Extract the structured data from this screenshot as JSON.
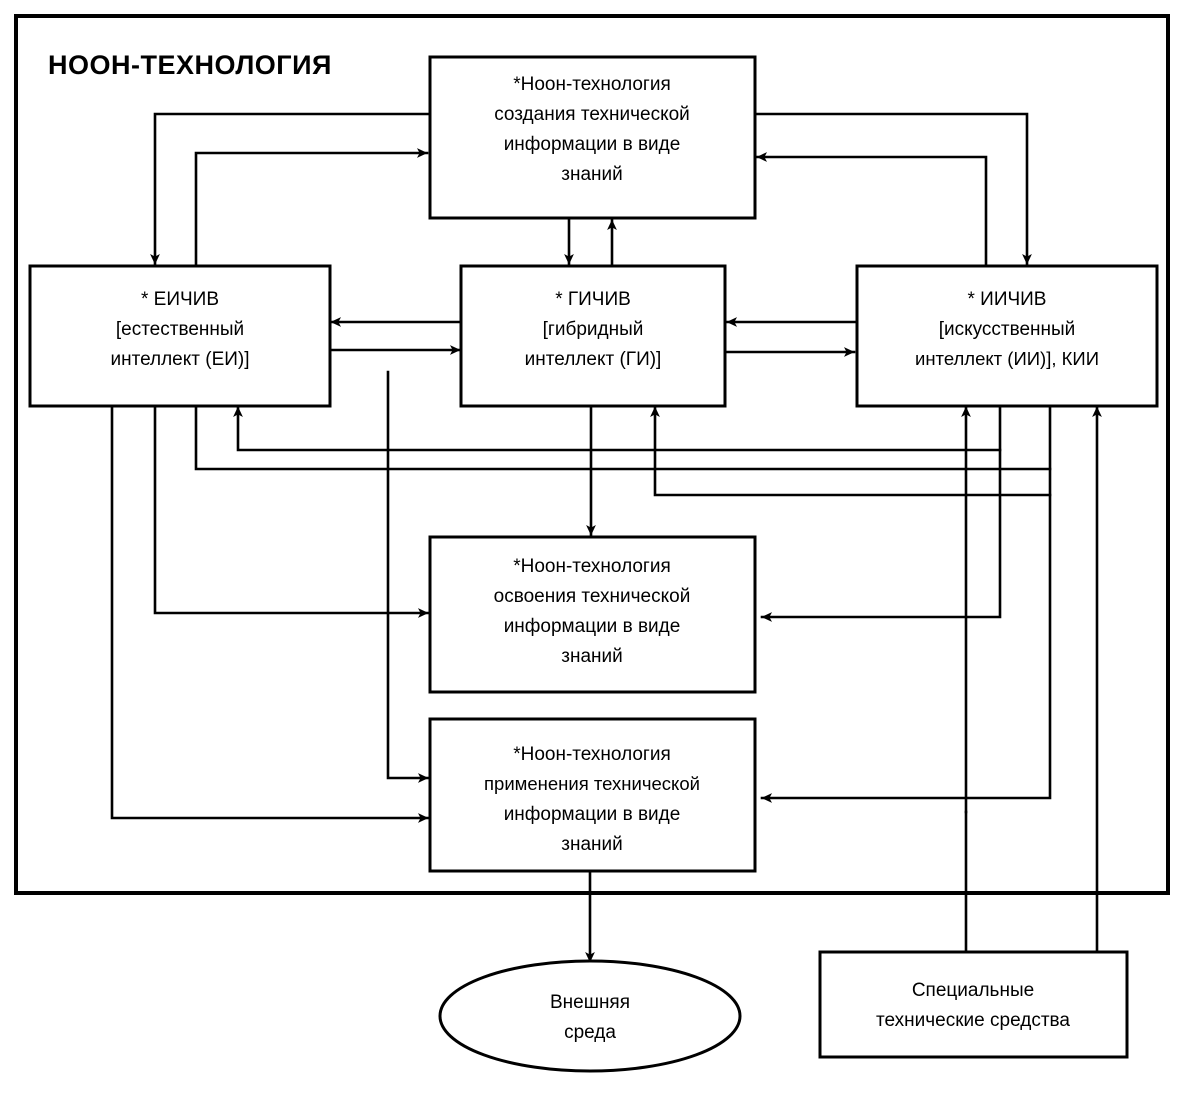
{
  "diagram": {
    "title": "НООН-ТЕХНОЛОГИЯ",
    "nodes": {
      "create": {
        "name": "noon-technology-creation-box",
        "lines": [
          "*Ноон-технология",
          "создания технической",
          "информации в виде",
          "знаний"
        ]
      },
      "ei": {
        "name": "eichiv-box",
        "lines": [
          "* ЕИЧИВ",
          "[естественный",
          "интеллект (ЕИ)]"
        ]
      },
      "gi": {
        "name": "gichiv-box",
        "lines": [
          "* ГИЧИВ",
          "[гибридный",
          "интеллект (ГИ)]"
        ]
      },
      "ai": {
        "name": "iichiv-box",
        "lines": [
          "* ИИЧИВ",
          "[искусственный",
          "интеллект (ИИ)], КИИ"
        ]
      },
      "master": {
        "name": "noon-technology-mastering-box",
        "lines": [
          "*Ноон-технология",
          "освоения технической",
          "информации в виде",
          "знаний"
        ]
      },
      "apply": {
        "name": "noon-technology-application-box",
        "lines": [
          "*Ноон-технология",
          "применения технической",
          "информации в виде",
          "знаний"
        ]
      },
      "environment": {
        "name": "external-environment-ellipse",
        "lines": [
          "Внешняя",
          "среда"
        ]
      },
      "special": {
        "name": "special-technical-means-box",
        "lines": [
          "Специальные",
          "технические средства"
        ]
      }
    },
    "colors": {
      "stroke": "#000000",
      "fill": "#ffffff",
      "background": "#ffffff"
    }
  }
}
